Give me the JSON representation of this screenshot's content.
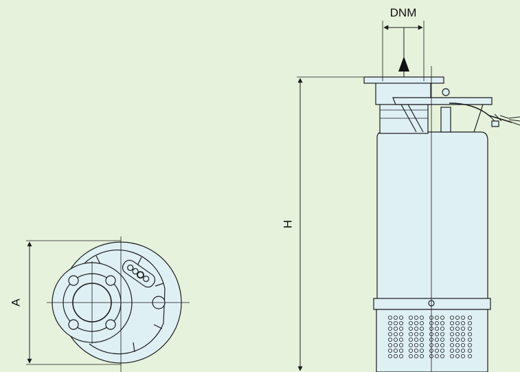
{
  "labels": {
    "dnm": "DNM",
    "height": "H",
    "width": "A"
  },
  "colors": {
    "background": "#e6f2dc",
    "body_fill": "#dff0f5",
    "line": "#1a1a1a"
  }
}
